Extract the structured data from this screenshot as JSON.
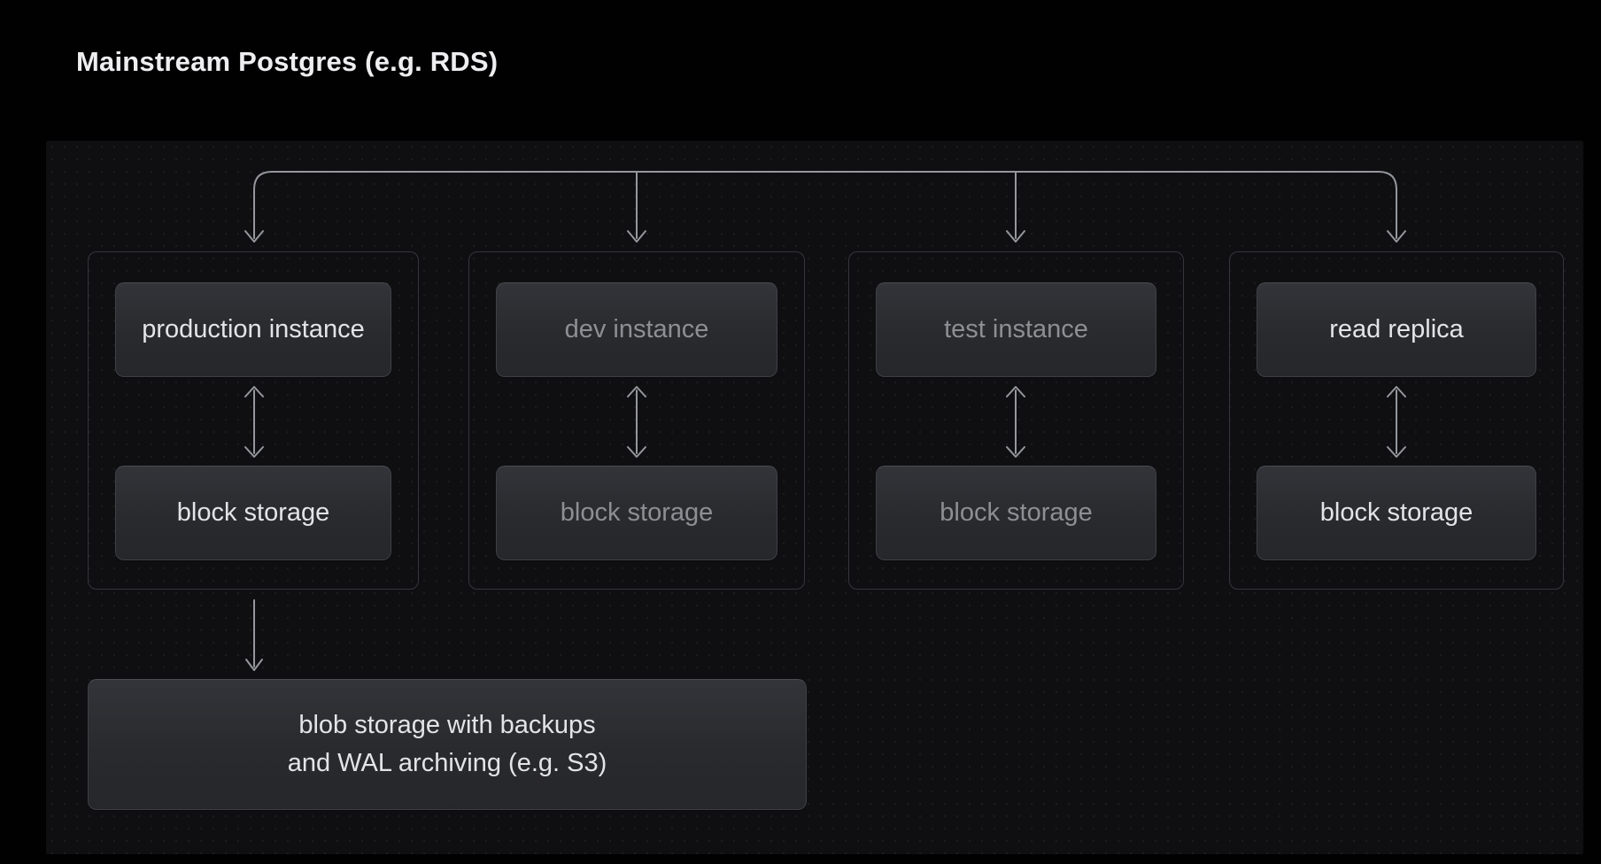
{
  "title": "Mainstream Postgres (e.g. RDS)",
  "diagram": {
    "groups": [
      {
        "name": "production",
        "instance_label": "production instance",
        "storage_label": "block storage",
        "emphasis": "bright"
      },
      {
        "name": "dev",
        "instance_label": "dev instance",
        "storage_label": "block storage",
        "emphasis": "dim"
      },
      {
        "name": "test",
        "instance_label": "test instance",
        "storage_label": "block storage",
        "emphasis": "dim"
      },
      {
        "name": "read-replica",
        "instance_label": "read replica",
        "storage_label": "block storage",
        "emphasis": "bright"
      }
    ],
    "blob_storage": {
      "line1": "blob storage with backups",
      "line2": "and WAL archiving (e.g. S3)"
    },
    "connections": [
      "fan-out to production group",
      "fan-out to dev group",
      "fan-out to test group",
      "fan-out to read replica group",
      "production instance <-> block storage",
      "dev instance <-> block storage",
      "test instance <-> block storage",
      "read replica <-> block storage",
      "production block storage -> blob storage"
    ]
  },
  "colors": {
    "background": "#010102",
    "panel": "#0f0f11",
    "panel_dots": "#1b1c1f",
    "node_fill_top": "#323439",
    "node_fill_bottom": "#26272b",
    "node_border": "#3e4046",
    "group_border": "#34363c",
    "text_bright": "#e3e4e6",
    "text_dim": "#8d8f95",
    "title_color": "#eeeef0",
    "connector": "#95979d"
  }
}
